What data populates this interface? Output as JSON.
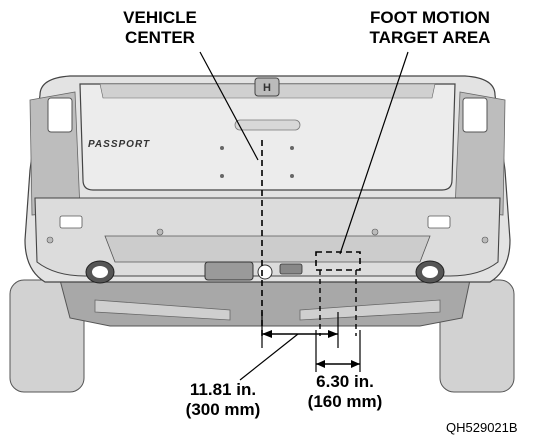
{
  "callouts": {
    "vehicle_center": {
      "line1": "VEHICLE",
      "line2": "CENTER"
    },
    "foot_motion": {
      "line1": "FOOT MOTION",
      "line2": "TARGET AREA"
    }
  },
  "dimensions": {
    "center_offset": {
      "imperial": "11.81 in.",
      "metric": "(300 mm)"
    },
    "target_width": {
      "imperial": "6.30 in.",
      "metric": "(160 mm)"
    }
  },
  "vehicle_badge": "PASSPORT",
  "figure_code": "QH529021B",
  "colors": {
    "body": "#e3e3e3",
    "body_dark": "#bdbdbd",
    "tire": "#d2d2d2",
    "underbody": "#a8a8a8",
    "line": "#000000"
  }
}
